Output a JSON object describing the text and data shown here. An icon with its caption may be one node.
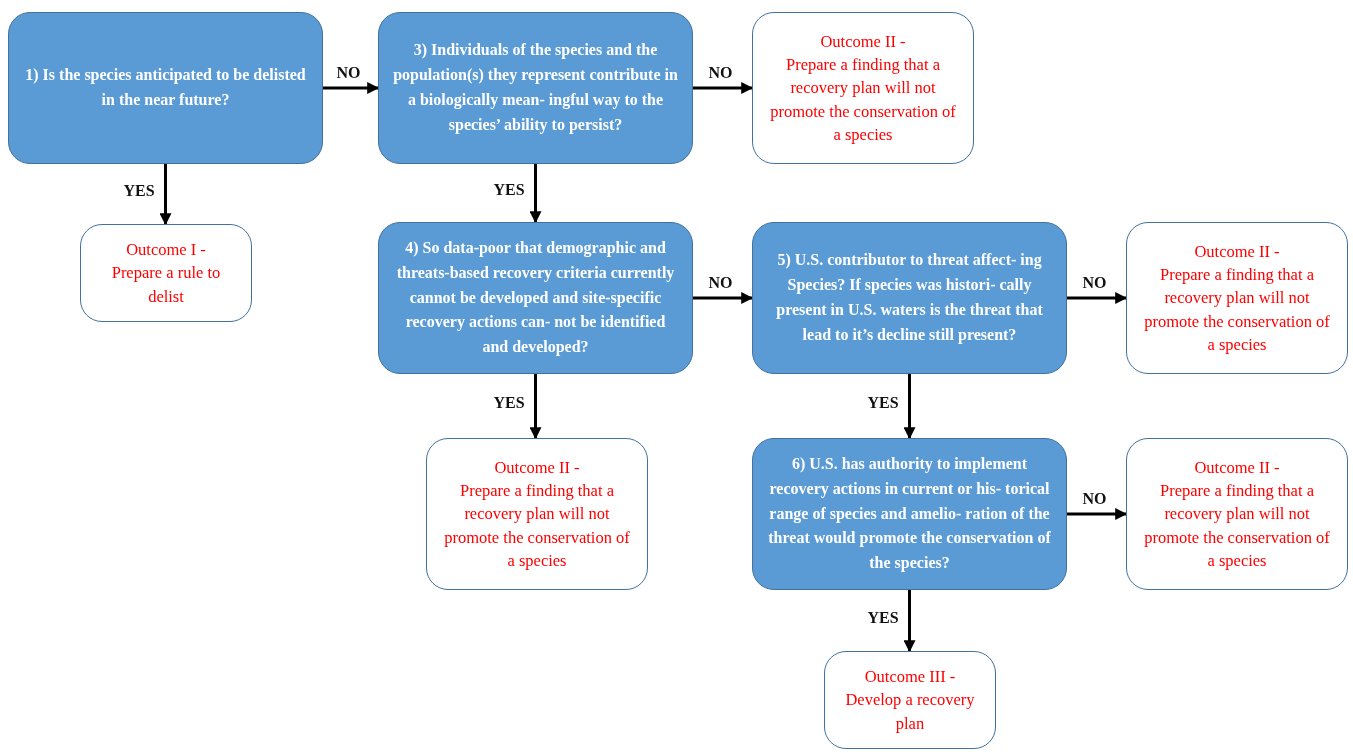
{
  "diagram": {
    "nodes": [
      {
        "text": [
          "1) Is the species anticipated to be delisted in the near future?"
        ]
      },
      {
        "text": [
          "3) Individuals of the species and the population(s) they represent contribute in a biologically mean- ingful way to the species’ ability to persist?"
        ]
      },
      {
        "text": [
          "Outcome II -",
          "Prepare a finding that a recovery plan will not promote the conservation of a species"
        ]
      },
      {
        "text": [
          "Outcome I -",
          "Prepare a rule to delist"
        ]
      },
      {
        "text": [
          "4) So data-poor that demographic and threats-based recovery criteria currently cannot be developed and site-specific recovery actions can- not be identified and developed?"
        ]
      },
      {
        "text": [
          "5) U.S. contributor to threat affect- ing Species? If species was histori- cally present in U.S. waters is the threat that lead to it’s decline still present?"
        ]
      },
      {
        "text": [
          "Outcome II -",
          "Prepare a finding that a recovery plan will not promote the conservation of a species"
        ]
      },
      {
        "text": [
          "Outcome II -",
          "Prepare a finding that a recovery plan will not promote the conservation of a species"
        ]
      },
      {
        "text": [
          "6) U.S. has authority to implement recovery actions in current or his- torical range of species and amelio- ration of the threat would promote the conservation of the species?"
        ]
      },
      {
        "text": [
          "Outcome II -",
          "Prepare a finding that a recovery plan will not promote the conservation of a species"
        ]
      },
      {
        "text": [
          "Outcome III -",
          "Develop a recovery plan"
        ]
      }
    ],
    "edges": [
      {
        "from": 0,
        "to": 1,
        "arrow": "to",
        "label": "NO"
      },
      {
        "from": 1,
        "to": 2,
        "arrow": "to",
        "label": "NO"
      },
      {
        "from": 0,
        "to": 3,
        "arrow": "to",
        "label": "YES"
      },
      {
        "from": 1,
        "to": 4,
        "arrow": "to",
        "label": "YES"
      },
      {
        "from": 4,
        "to": 5,
        "arrow": "to",
        "label": "NO"
      },
      {
        "from": 5,
        "to": 6,
        "arrow": "to",
        "label": "NO"
      },
      {
        "from": 4,
        "to": 7,
        "arrow": "to",
        "label": "YES"
      },
      {
        "from": 5,
        "to": 8,
        "arrow": "to",
        "label": "YES"
      },
      {
        "from": 8,
        "to": 9,
        "arrow": "to",
        "label": "NO"
      },
      {
        "from": 8,
        "to": 10,
        "arrow": "to",
        "label": "YES"
      }
    ]
  }
}
